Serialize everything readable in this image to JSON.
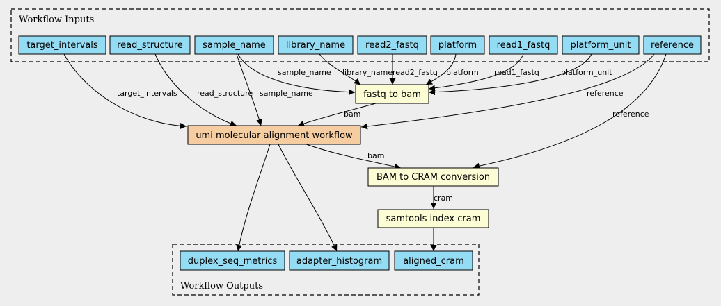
{
  "colors": {
    "background": "#eeeeee",
    "input_fill": "#94dcf4",
    "task_fill": "#fdfdd5",
    "workflow_fill": "#f5cda0",
    "output_fill": "#94dcf4"
  },
  "clusters": {
    "inputs": "Workflow Inputs",
    "outputs": "Workflow Outputs"
  },
  "nodes": {
    "target_intervals": "target_intervals",
    "read_structure": "read_structure",
    "sample_name": "sample_name",
    "library_name": "library_name",
    "read2_fastq": "read2_fastq",
    "platform": "platform",
    "read1_fastq": "read1_fastq",
    "platform_unit": "platform_unit",
    "reference": "reference",
    "fastq_to_bam": "fastq to bam",
    "umi_workflow": "umi molecular alignment workflow",
    "bam_to_cram": "BAM to CRAM conversion",
    "samtools_index": "samtools index cram",
    "duplex_seq_metrics": "duplex_seq_metrics",
    "adapter_histogram": "adapter_histogram",
    "aligned_cram": "aligned_cram"
  },
  "edge_labels": {
    "sample_name_to_fastq": "sample_name",
    "library_name_to_fastq": "library_name",
    "read2_to_fastq": "read2_fastq",
    "platform_to_fastq": "platform",
    "read1_to_fastq": "read1_fastq",
    "platform_unit_to_fastq": "platform_unit",
    "target_intervals_to_umi": "target_intervals",
    "read_structure_to_umi": "read_structure",
    "sample_name_to_umi": "sample_name",
    "reference_to_umi": "reference",
    "reference_to_cram": "reference",
    "fastq_to_umi": "bam",
    "umi_to_cram": "bam",
    "cram_to_index": "cram"
  }
}
